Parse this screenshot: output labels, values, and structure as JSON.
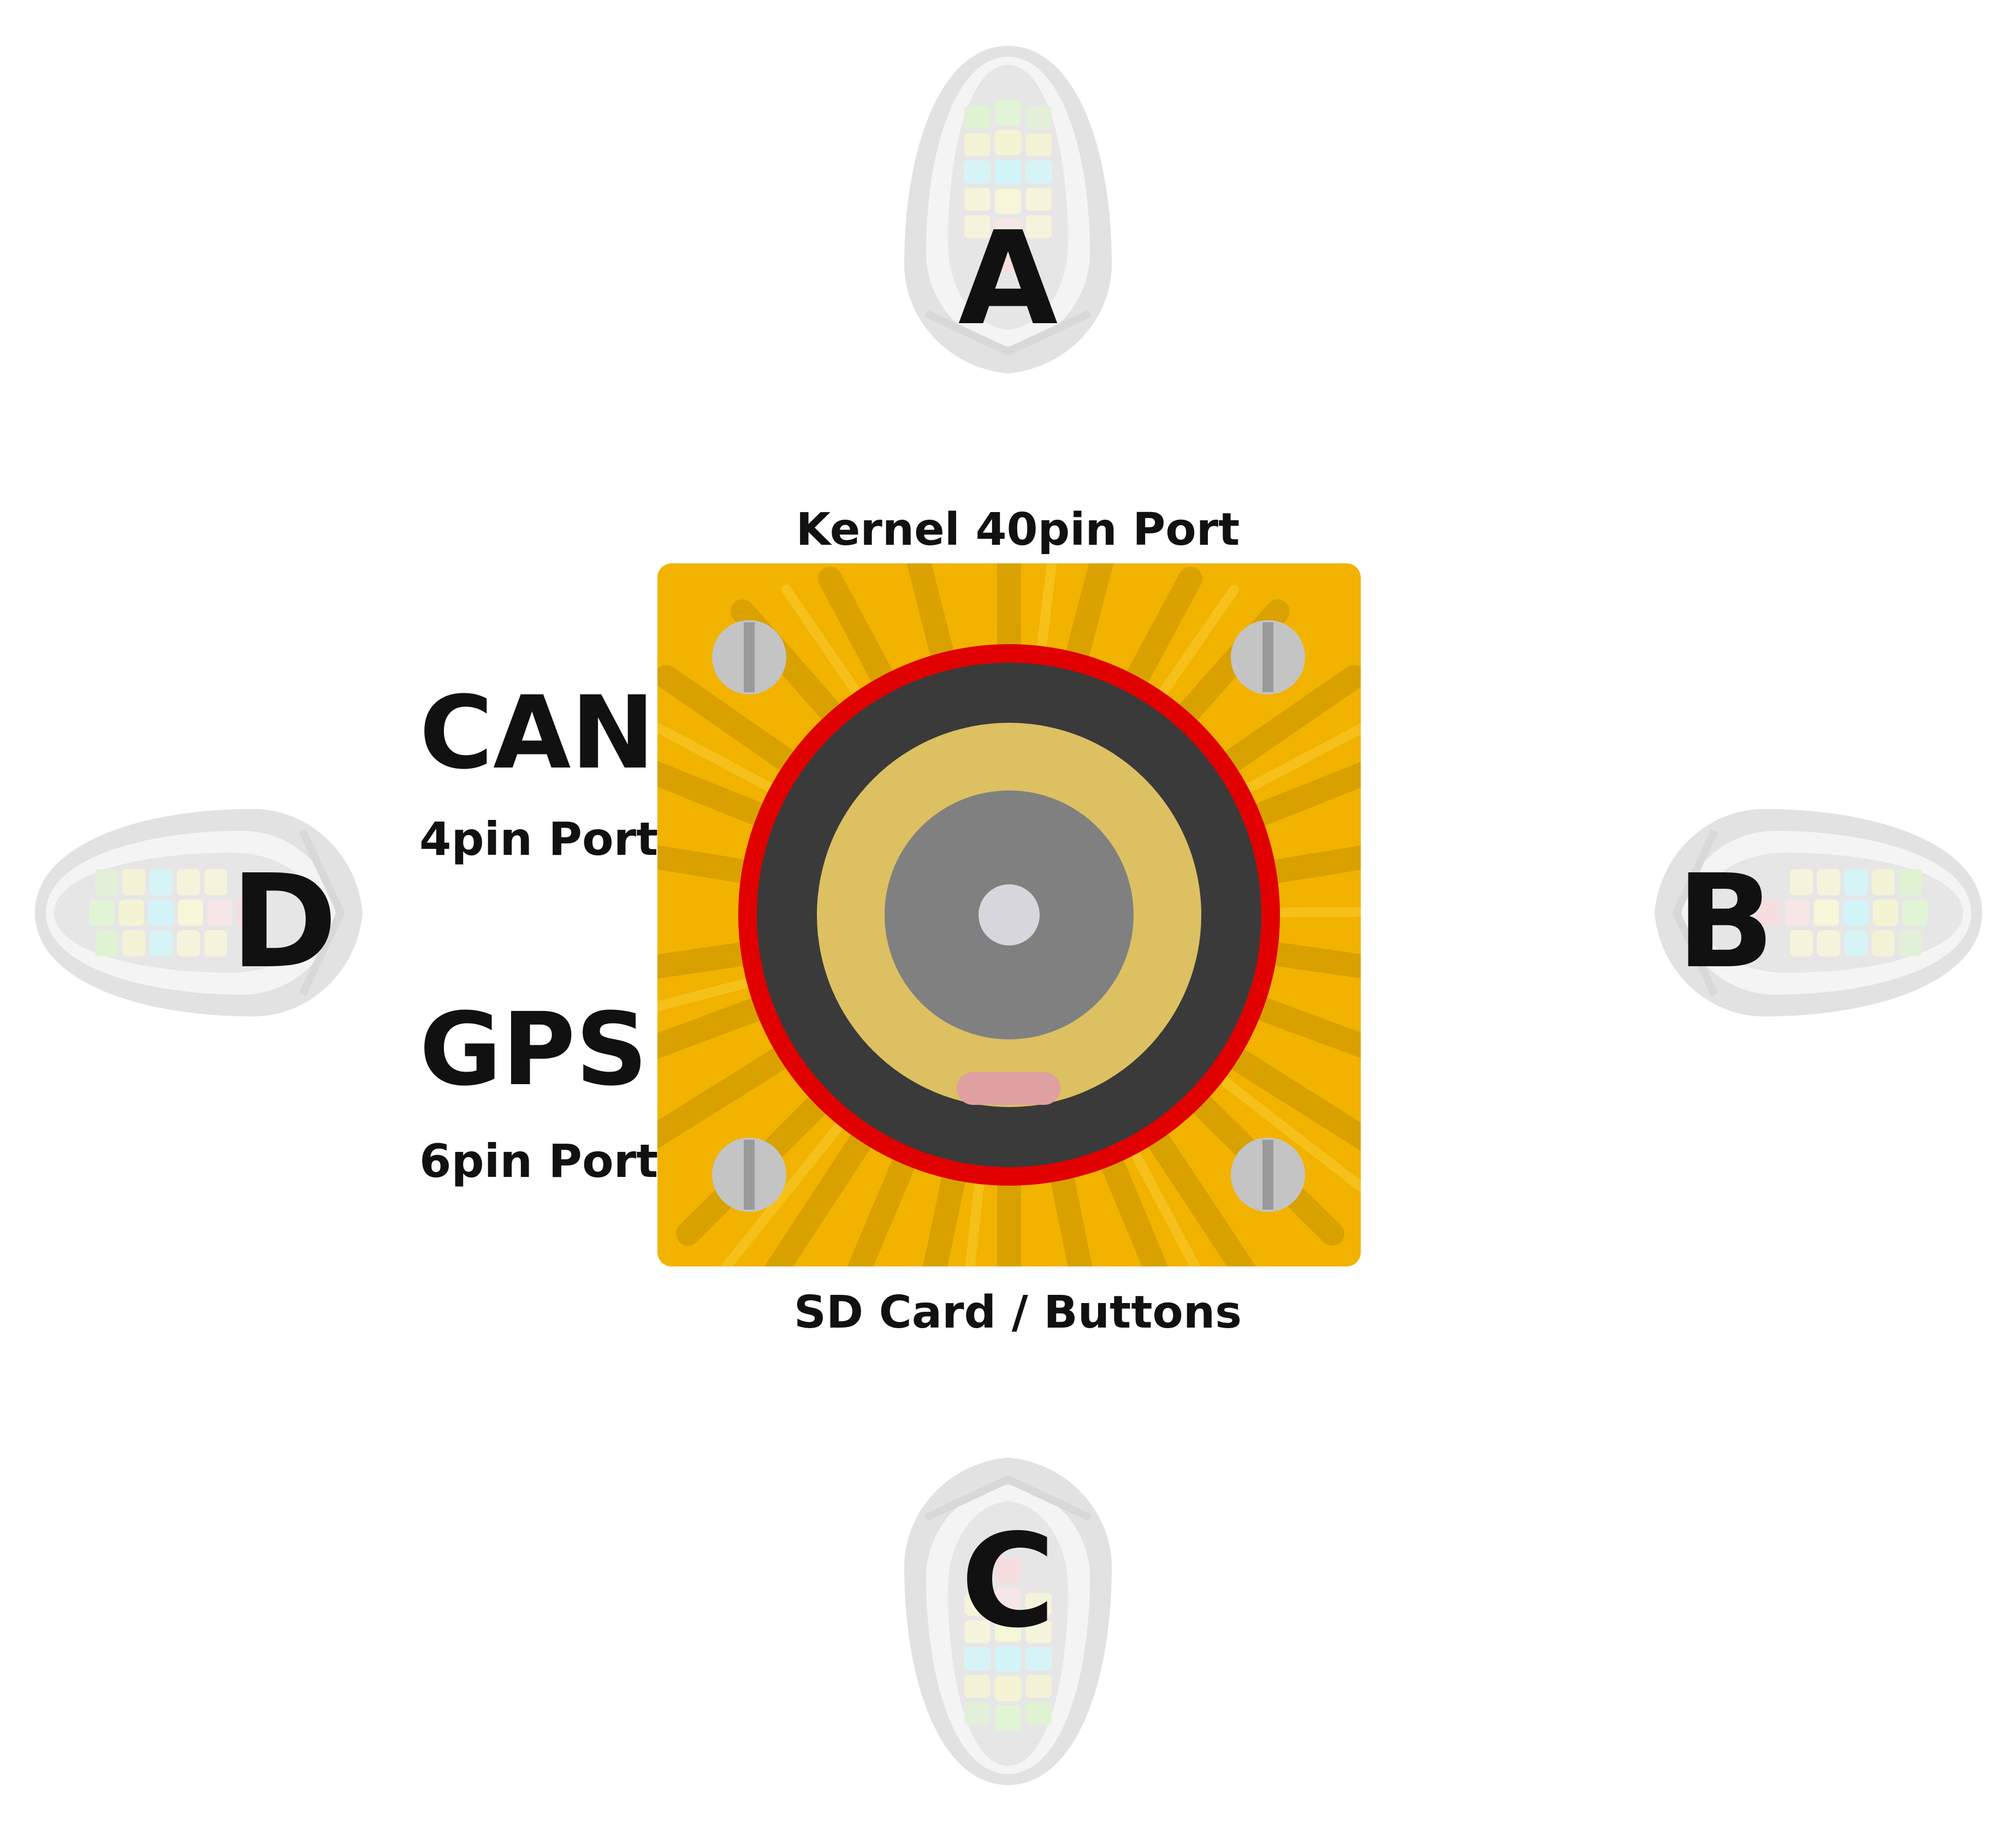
{
  "labels": {
    "top_port": "Kernel 40pin Port",
    "bottom_port": "SD Card / Buttons",
    "can_title": "CAN",
    "can_sub": "4pin Port",
    "gps_title": "GPS",
    "gps_sub": "6pin Port"
  },
  "arms": {
    "a": "A",
    "b": "B",
    "c": "C",
    "d": "D"
  },
  "colors": {
    "board": "#f2b200",
    "board_rib": "#d9a300",
    "outer_ring": "#e00000",
    "dark_ring": "#3a3a3a",
    "gold_ring": "#dcc062",
    "inner_disc": "#808080",
    "center_dot": "#d6d6dc",
    "marker": "#dfa0a0",
    "screw": "#bdbdbd",
    "led_housing": "#dcdcdc"
  }
}
